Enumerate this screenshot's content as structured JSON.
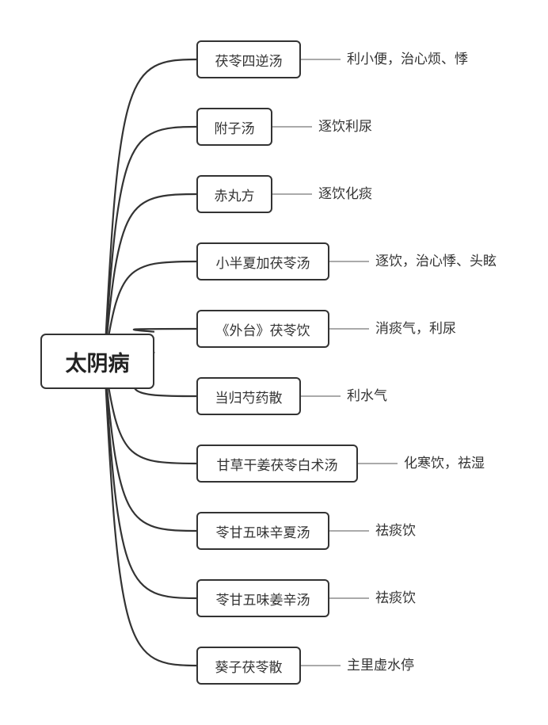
{
  "root": {
    "label": "太阴病"
  },
  "branches": [
    {
      "label": "茯苓四逆汤",
      "note": "利小便，治心烦、悸"
    },
    {
      "label": "附子汤",
      "note": "逐饮利尿"
    },
    {
      "label": "赤丸方",
      "note": "逐饮化痰"
    },
    {
      "label": "小半夏加茯苓汤",
      "note": "逐饮，治心悸、头眩"
    },
    {
      "label": "《外台》茯苓饮",
      "note": "消痰气，利尿"
    },
    {
      "label": "当归芍药散",
      "note": "利水气"
    },
    {
      "label": "甘草干姜茯苓白术汤",
      "note": "化寒饮，祛湿"
    },
    {
      "label": "苓甘五味辛夏汤",
      "note": "祛痰饮"
    },
    {
      "label": "苓甘五味姜辛汤",
      "note": "祛痰饮"
    },
    {
      "label": "葵子茯苓散",
      "note": "主里虚水停"
    }
  ],
  "colors": {
    "line": "#333333",
    "text": "#333333",
    "background": "#ffffff"
  }
}
